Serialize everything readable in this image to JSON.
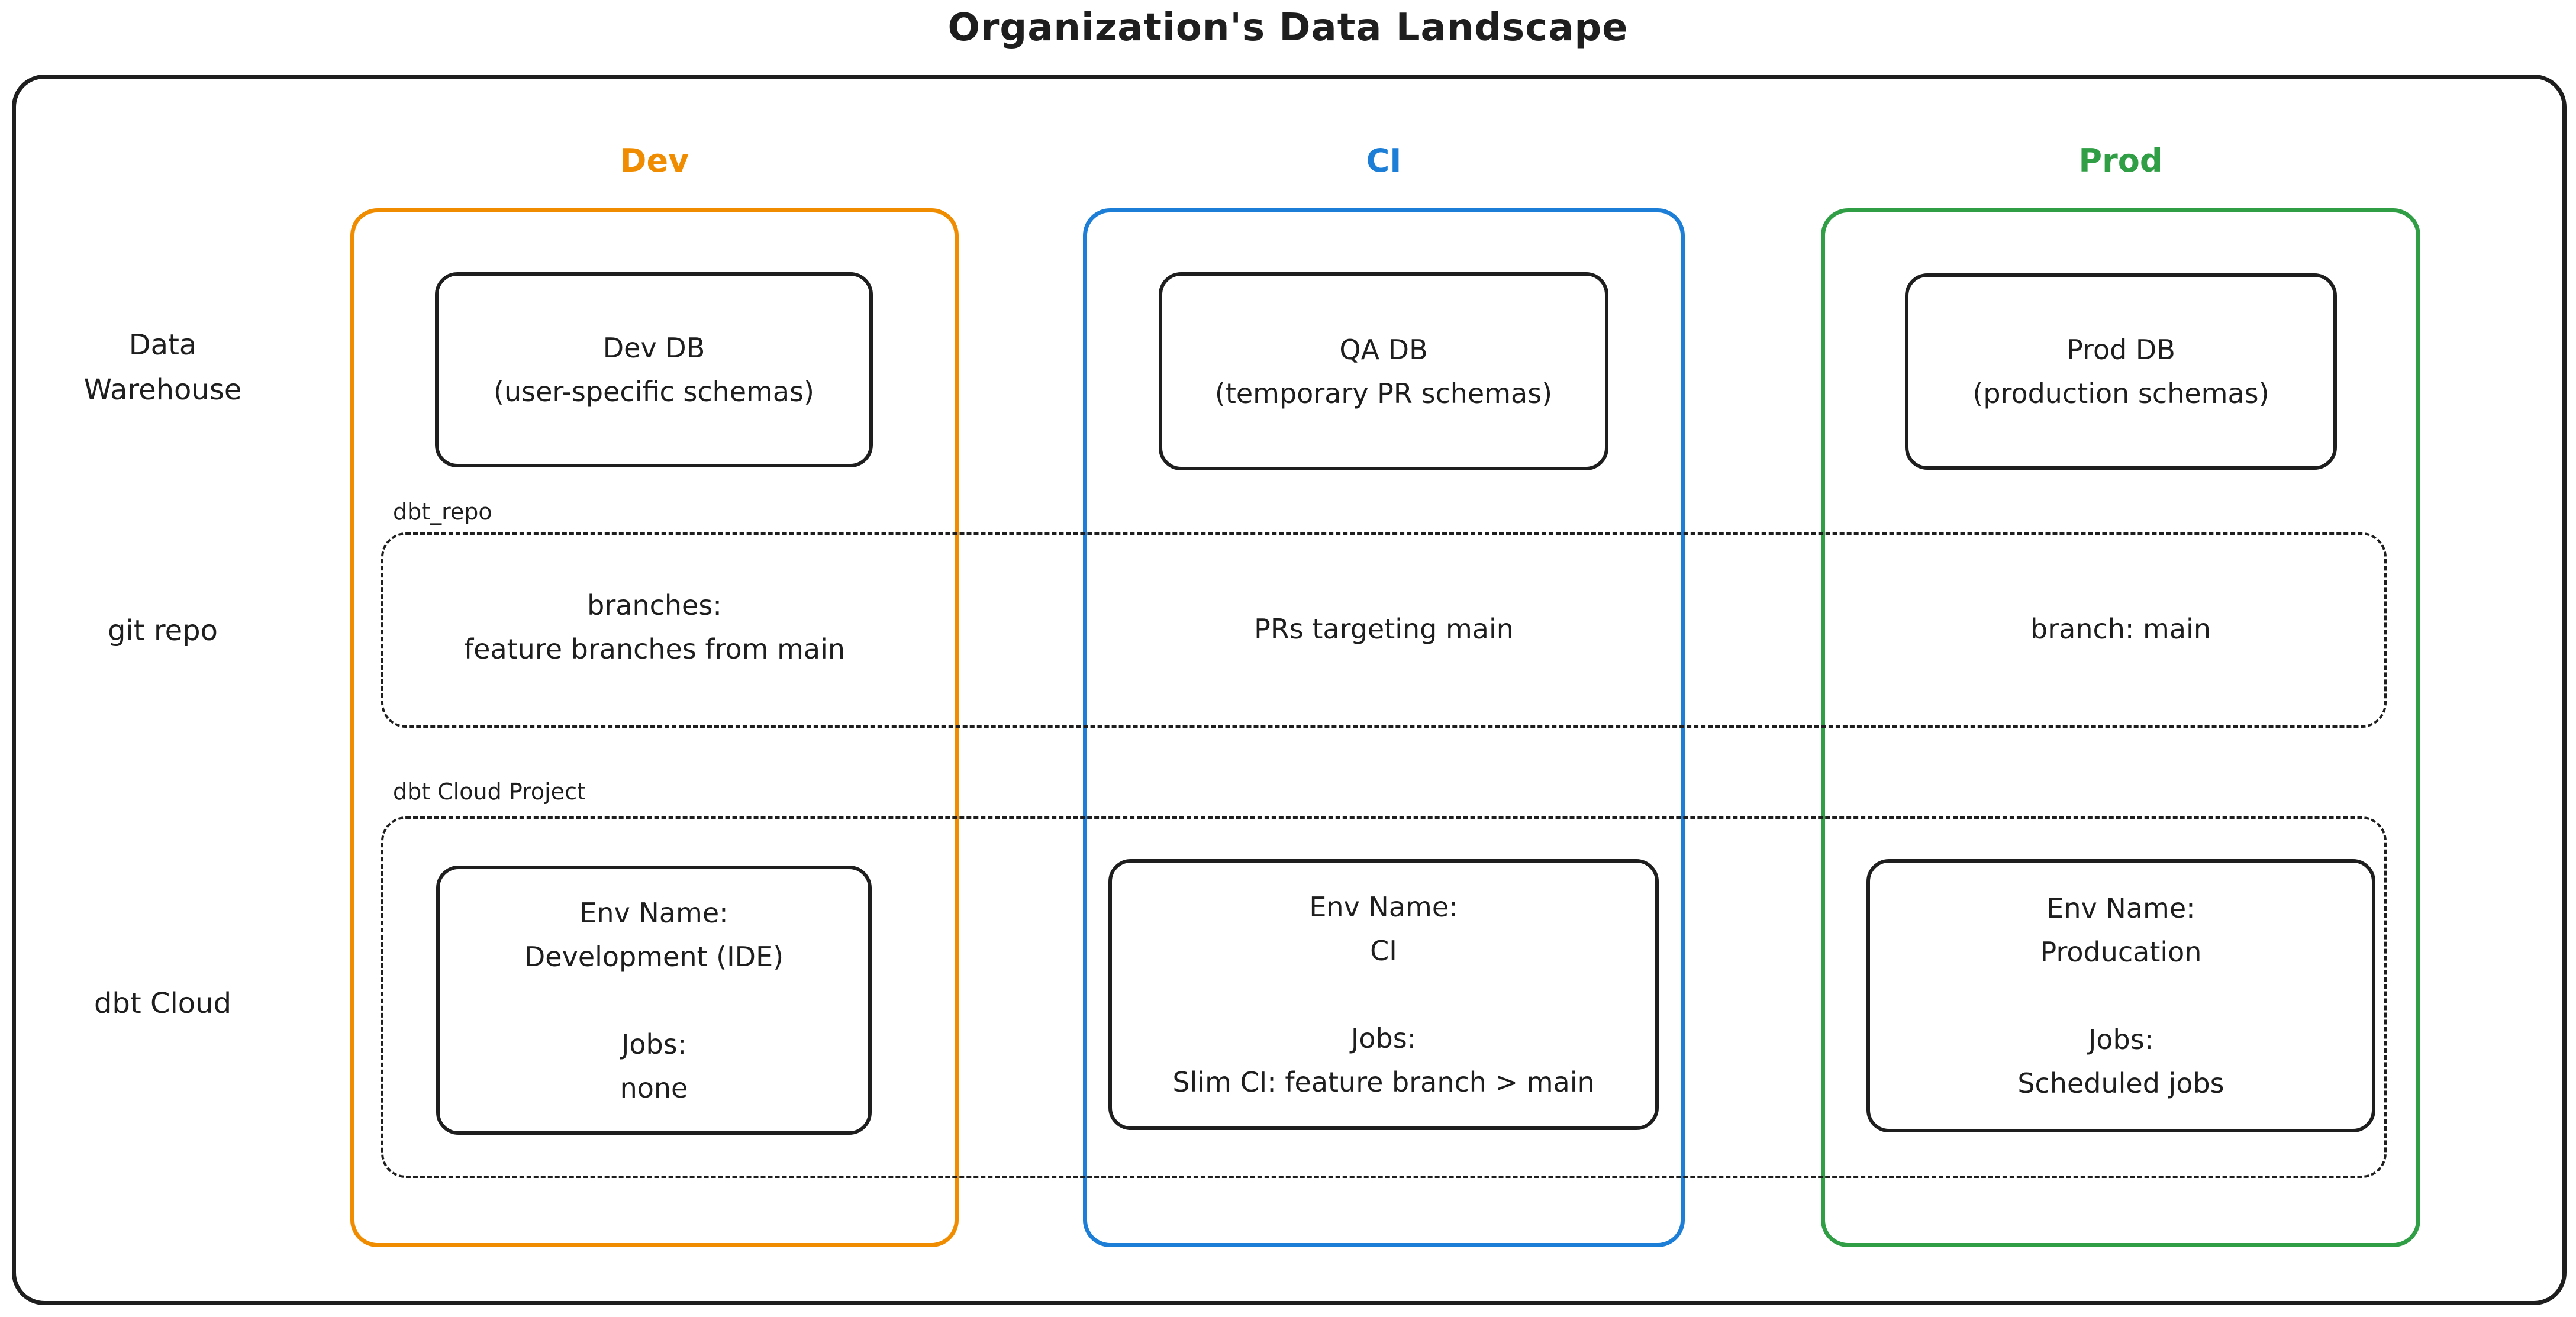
{
  "title": "Organization's Data Landscape",
  "colors": {
    "dev_accent": "#f08c00",
    "ci_accent": "#1c7ed6",
    "prod_accent": "#2f9e44",
    "ink": "#1e1e1e"
  },
  "row_labels": {
    "data_warehouse": {
      "line1": "Data",
      "line2": "Warehouse"
    },
    "git_repo": {
      "line1": "git repo"
    },
    "dbt_cloud": {
      "line1": "dbt Cloud"
    }
  },
  "bands": {
    "git_repo_label": "dbt_repo",
    "dbt_cloud_label": "dbt Cloud Project"
  },
  "columns": {
    "dev": {
      "header": "Dev",
      "db": {
        "line1": "Dev DB",
        "line2": "(user-specific schemas)"
      },
      "git": {
        "line1": "branches:",
        "line2": "feature branches from main"
      },
      "dbt": {
        "env_label": "Env Name:",
        "env_value": "Development (IDE)",
        "jobs_label": "Jobs:",
        "jobs_value": "none"
      }
    },
    "ci": {
      "header": "CI",
      "db": {
        "line1": "QA DB",
        "line2": "(temporary PR schemas)"
      },
      "git": {
        "line1": "PRs targeting main"
      },
      "dbt": {
        "env_label": "Env Name:",
        "env_value": "CI",
        "jobs_label": "Jobs:",
        "jobs_value": "Slim CI: feature branch > main"
      }
    },
    "prod": {
      "header": "Prod",
      "db": {
        "line1": "Prod DB",
        "line2": "(production schemas)"
      },
      "git": {
        "line1": "branch: main"
      },
      "dbt": {
        "env_label": "Env Name:",
        "env_value": "Producation",
        "jobs_label": "Jobs:",
        "jobs_value": "Scheduled jobs"
      }
    }
  }
}
